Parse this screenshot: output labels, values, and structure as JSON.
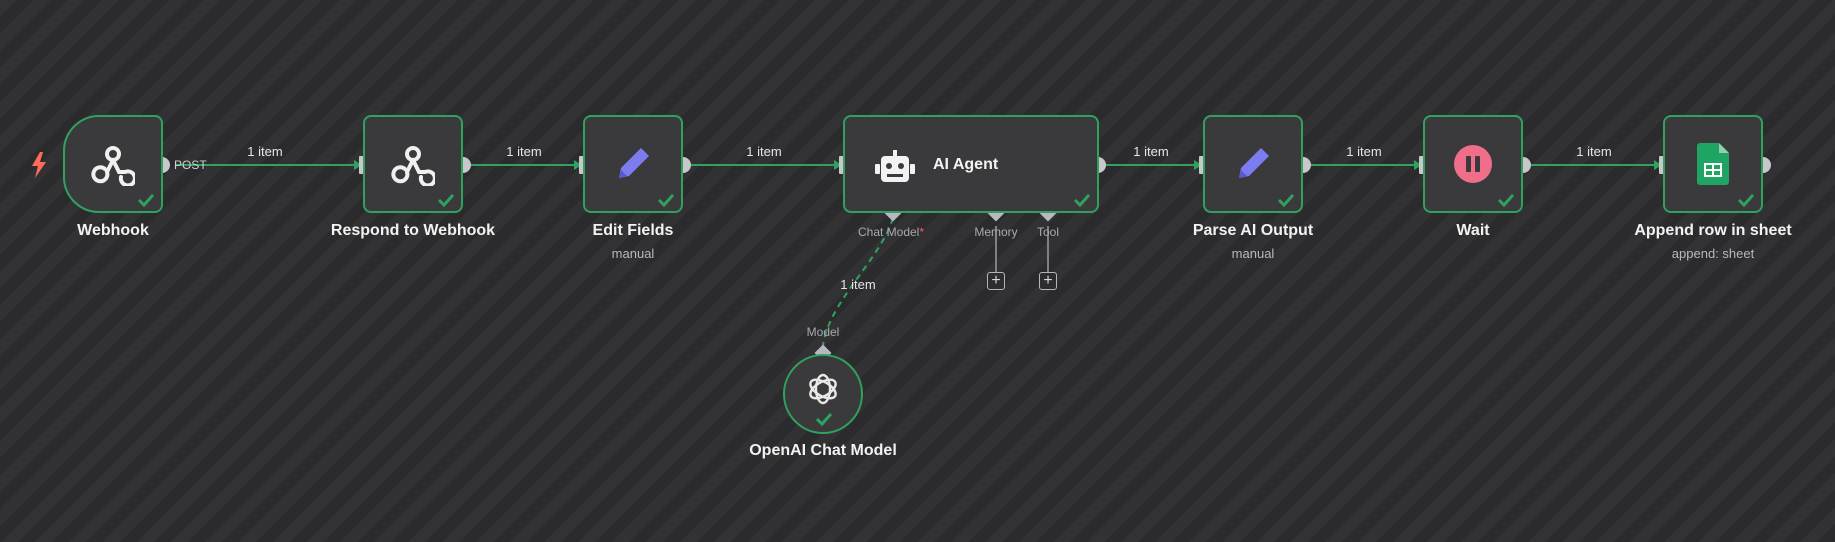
{
  "colors": {
    "canvas": "#2b2b2d",
    "node_bg": "#3a3a3c",
    "success_border": "#2fa25f",
    "connection": "#2fa25f",
    "trigger": "#ff6d5a",
    "edit_icon": "#7c7cf0",
    "wait_icon": "#ef6f8b",
    "sheets_icon": "#1fa463"
  },
  "nodes": {
    "webhook": {
      "title": "Webhook",
      "icon": "webhook-icon",
      "output_label": "POST"
    },
    "respond": {
      "title": "Respond to Webhook",
      "icon": "webhook-icon"
    },
    "edit_fields": {
      "title": "Edit Fields",
      "subtitle": "manual",
      "icon": "pencil-icon"
    },
    "ai_agent": {
      "title": "AI Agent",
      "icon": "robot-icon",
      "ports": {
        "chat_model": "Chat Model",
        "required_mark": "*",
        "memory": "Memory",
        "tool": "Tool"
      }
    },
    "parse": {
      "title": "Parse AI Output",
      "subtitle": "manual",
      "icon": "pencil-icon"
    },
    "wait": {
      "title": "Wait",
      "icon": "pause-icon"
    },
    "append": {
      "title": "Append row in sheet",
      "subtitle": "append: sheet",
      "icon": "google-sheets-icon"
    },
    "openai": {
      "title": "OpenAI Chat Model",
      "icon": "openai-icon",
      "port_label": "Model"
    }
  },
  "connections": {
    "c1": "1 item",
    "c2": "1 item",
    "c3": "1 item",
    "c4": "1 item",
    "c5": "1 item",
    "c6": "1 item",
    "model": "1 item"
  },
  "add_buttons": {
    "symbol": "+"
  }
}
